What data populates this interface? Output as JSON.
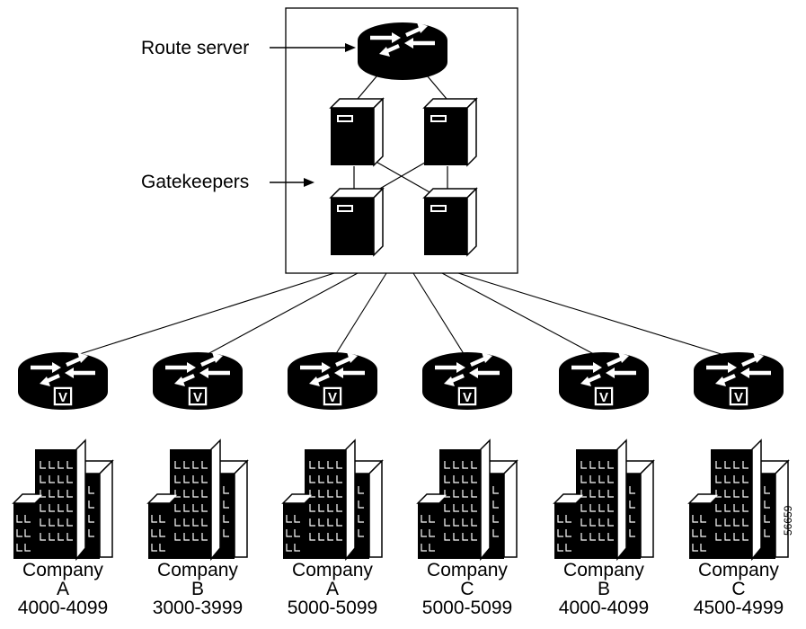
{
  "labels": {
    "route_server": "Route server",
    "gatekeepers": "Gatekeepers",
    "figure_id": "56659"
  },
  "icons": {
    "router": "router-icon",
    "voice_badge": "V",
    "server": "server-tower-icon",
    "building": "office-building-icon"
  },
  "sites": [
    {
      "company": "Company",
      "letter": "A",
      "range": "4000-4099"
    },
    {
      "company": "Company",
      "letter": "B",
      "range": "3000-3999"
    },
    {
      "company": "Company",
      "letter": "A",
      "range": "5000-5099"
    },
    {
      "company": "Company",
      "letter": "C",
      "range": "5000-5099"
    },
    {
      "company": "Company",
      "letter": "B",
      "range": "4000-4099"
    },
    {
      "company": "Company",
      "letter": "C",
      "range": "4500-4999"
    }
  ]
}
